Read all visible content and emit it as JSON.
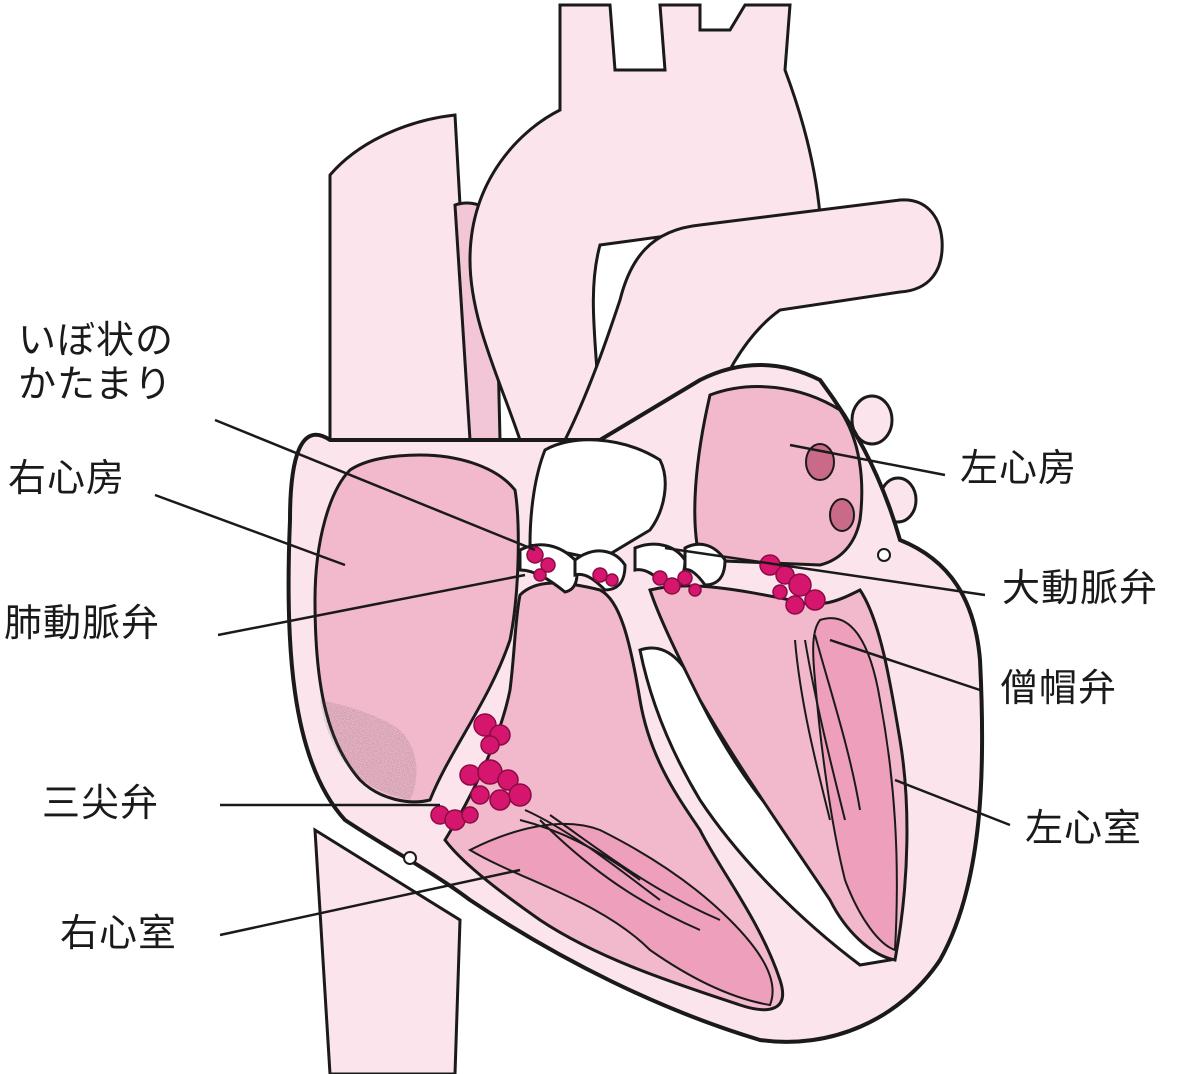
{
  "labels": {
    "vegetation_line1": "いぼ状の",
    "vegetation_line2": "かたまり",
    "right_atrium": "右心房",
    "pulmonary_valve": "肺動脈弁",
    "tricuspid_valve": "三尖弁",
    "right_ventricle": "右心室",
    "left_atrium": "左心房",
    "aortic_valve": "大動脈弁",
    "mitral_valve": "僧帽弁",
    "left_ventricle": "左心室"
  },
  "colors": {
    "vessel_light_pink": "#fbe4ec",
    "chamber_pink": "#f2b8cc",
    "muscle_pink": "#ee9fbb",
    "vegetation_magenta": "#d6166e",
    "outline": "#1a1a1a",
    "leader_line": "#1a1a1a"
  }
}
